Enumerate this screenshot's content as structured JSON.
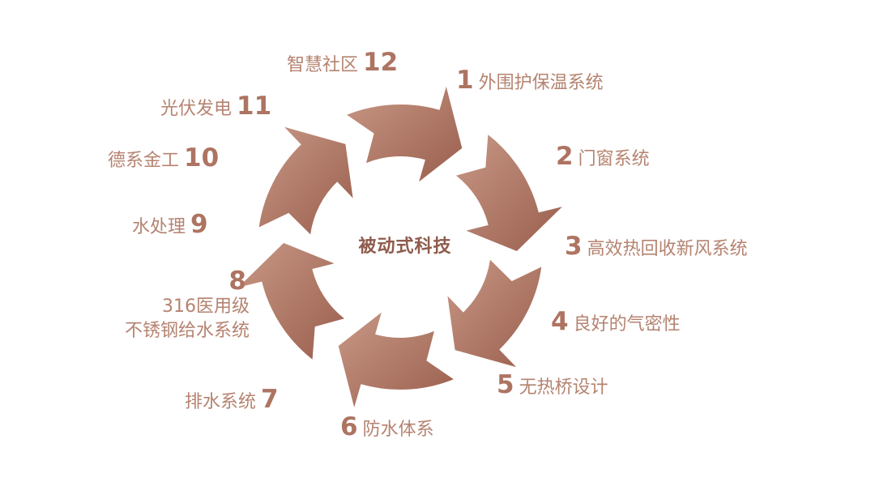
{
  "center": {
    "title": "被动式科技"
  },
  "colors": {
    "arrow_light": "#c08c7a",
    "arrow_dark": "#9a5e4d",
    "label": "#b58370",
    "number": "#ad7461"
  },
  "items": [
    {
      "num": "1",
      "text": "外围护保温系统"
    },
    {
      "num": "2",
      "text": "门窗系统"
    },
    {
      "num": "3",
      "text": "高效热回收新风系统"
    },
    {
      "num": "4",
      "text": "良好的气密性"
    },
    {
      "num": "5",
      "text": "无热桥设计"
    },
    {
      "num": "6",
      "text": "防水体系"
    },
    {
      "num": "7",
      "text": "排水系统"
    },
    {
      "num": "8",
      "text_line1": "316医用级",
      "text_line2": "不锈钢给水系统"
    },
    {
      "num": "9",
      "text": "水处理"
    },
    {
      "num": "10",
      "text": "德系金工"
    },
    {
      "num": "11",
      "text": "光伏发电"
    },
    {
      "num": "12",
      "text": "智慧社区"
    }
  ]
}
